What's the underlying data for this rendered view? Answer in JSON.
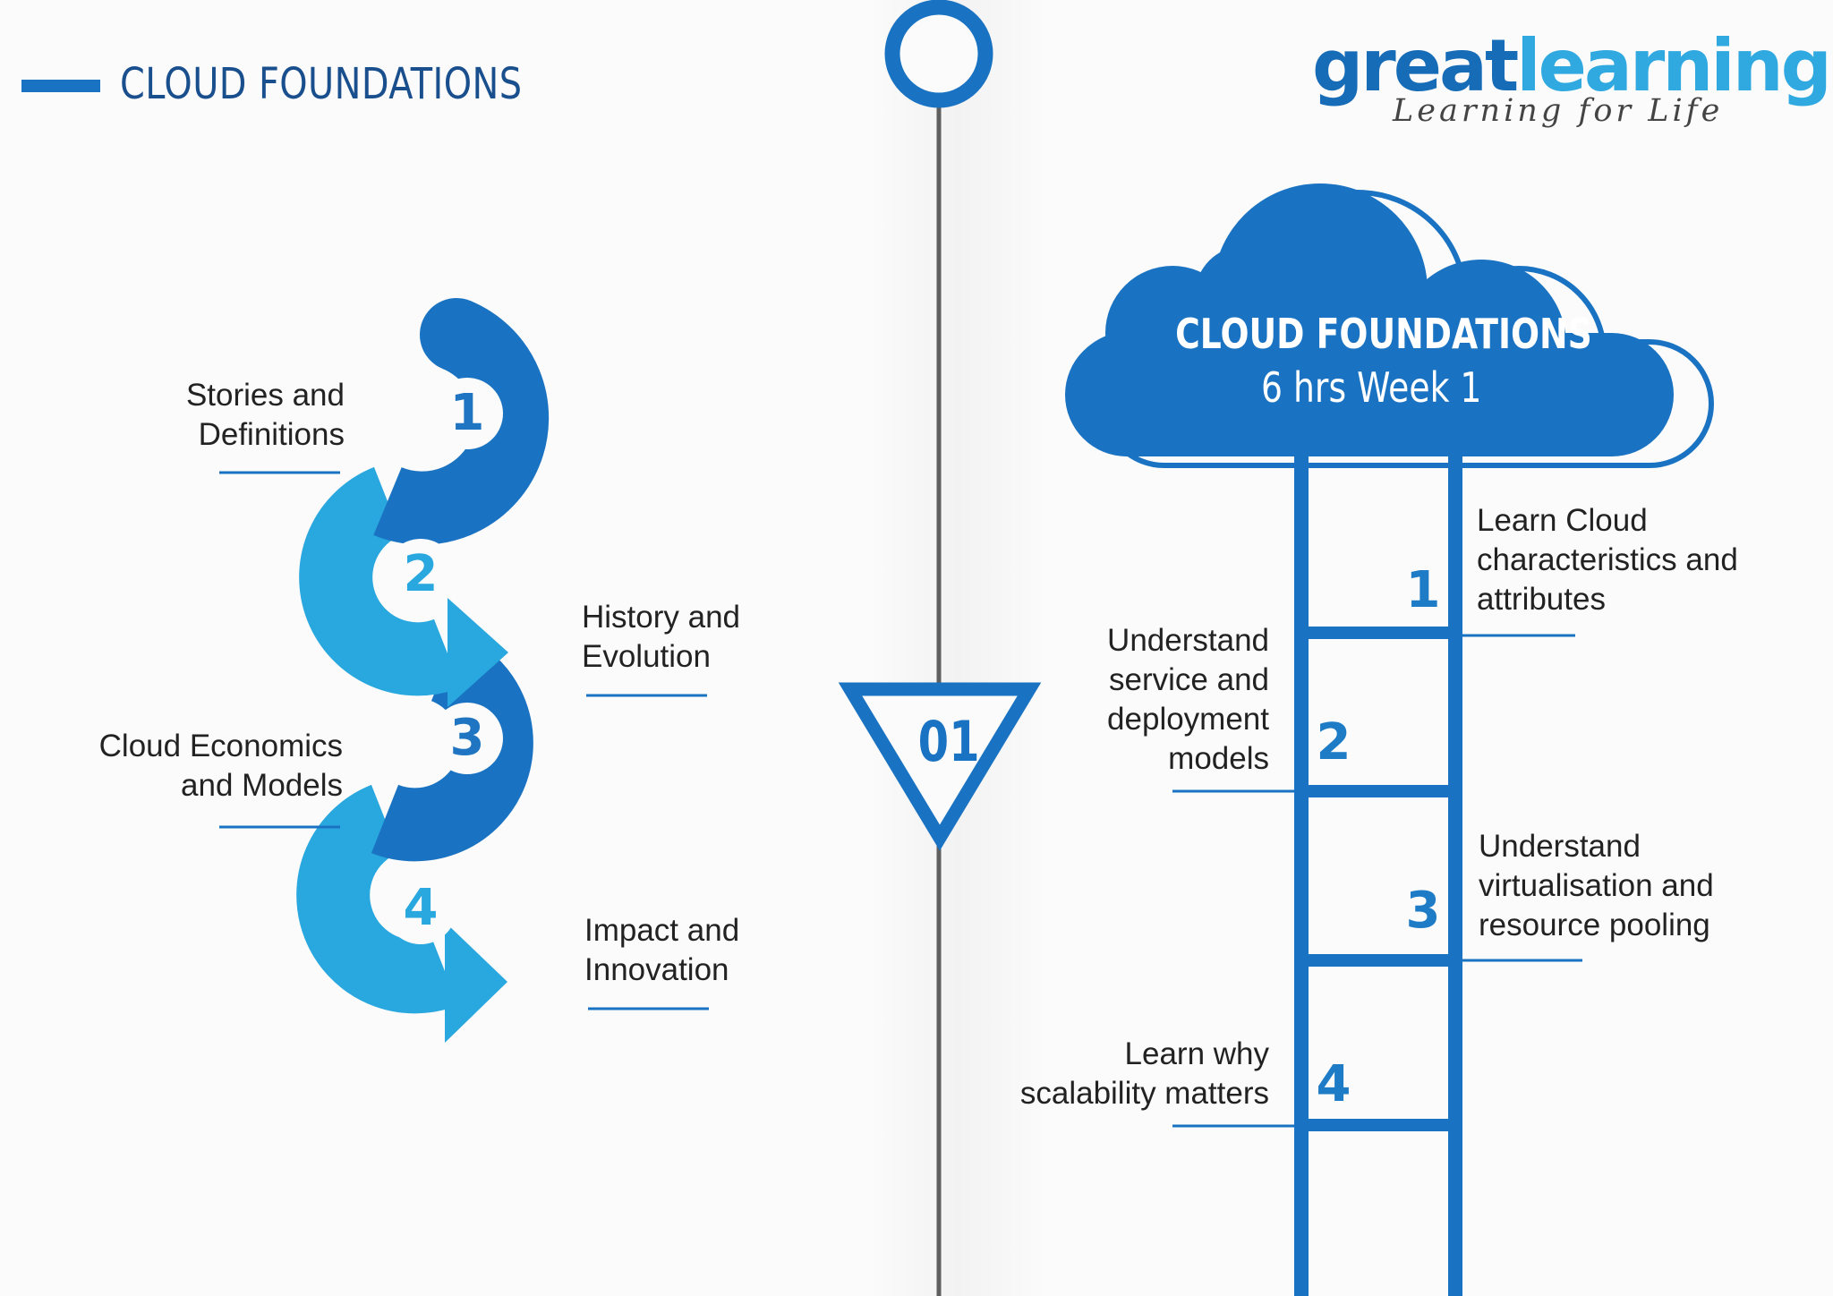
{
  "header": {
    "title": "CLOUD FOUNDATIONS"
  },
  "logo": {
    "great": "great",
    "learning": "learning",
    "tagline": "Learning for Life"
  },
  "module": {
    "number": "01"
  },
  "cloud": {
    "title": "CLOUD FOUNDATIONS",
    "subtitle": "6 hrs Week 1"
  },
  "topics": [
    {
      "number": "1",
      "label_line1": "Stories and",
      "label_line2": "Definitions"
    },
    {
      "number": "2",
      "label_line1": "History and",
      "label_line2": "Evolution"
    },
    {
      "number": "3",
      "label_line1": "Cloud Economics",
      "label_line2": "and Models"
    },
    {
      "number": "4",
      "label_line1": "Impact and",
      "label_line2": "Innovation"
    }
  ],
  "objectives": [
    {
      "number": "1",
      "lines": [
        "Learn Cloud",
        "characteristics and",
        "attributes"
      ]
    },
    {
      "number": "2",
      "lines": [
        "Understand",
        "service and",
        "deployment",
        "models"
      ]
    },
    {
      "number": "3",
      "lines": [
        "Understand",
        "virtualisation and",
        "resource pooling"
      ]
    },
    {
      "number": "4",
      "lines": [
        "Learn why",
        "scalability matters"
      ]
    }
  ],
  "colors": {
    "dark_blue": "#1a73c2",
    "light_blue": "#29a7df",
    "title_blue": "#1a4f8e",
    "line_gray": "#5f5f5f"
  }
}
